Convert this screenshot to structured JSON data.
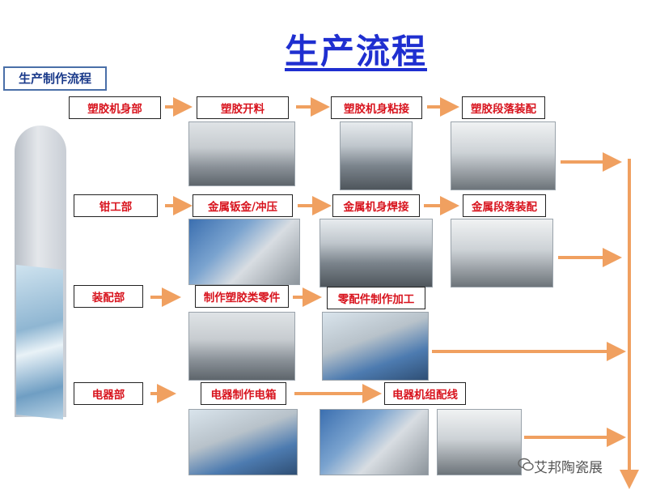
{
  "title": "生产流程",
  "section_label": "生产制作流程",
  "rows": [
    {
      "dept": "塑胶机身部",
      "steps": [
        "塑胶开料",
        "塑胶机身粘接",
        "塑胶段落装配"
      ]
    },
    {
      "dept": "钳工部",
      "steps": [
        "金属钣金/冲压",
        "金属机身焊接",
        "金属段落装配"
      ]
    },
    {
      "dept": "装配部",
      "steps": [
        "制作塑胶类零件",
        "零配件制作加工"
      ]
    },
    {
      "dept": "电器部",
      "steps": [
        "电器制作电箱",
        "电器机组配线"
      ]
    }
  ],
  "watermark": "艾邦陶瓷展",
  "colors": {
    "title": "#1f2fd0",
    "box_text": "#d8141e",
    "arrow": "#f0a060",
    "label_border": "#4a6fa8"
  }
}
